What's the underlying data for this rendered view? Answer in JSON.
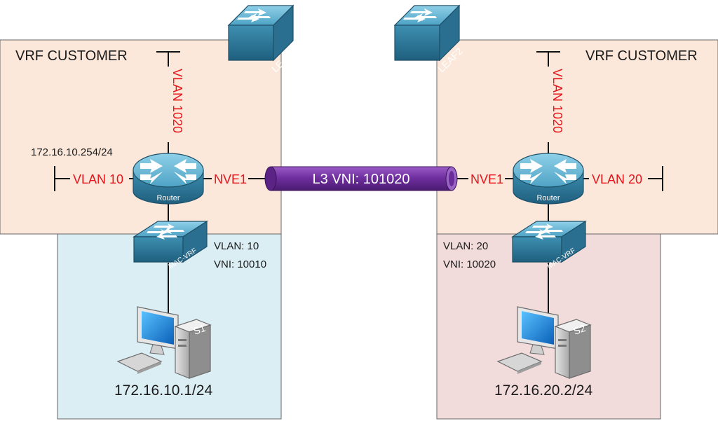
{
  "colors": {
    "vrf_fill": "#fce8da",
    "mac_vrf_left_fill": "#daeef4",
    "mac_vrf_right_fill": "#f2dcdb",
    "vlan_red": "#e8141b",
    "tunnel_purple": "#7030a0",
    "device_blue": "#3d8fb0"
  },
  "left": {
    "vrf_label": "VRF CUSTOMER",
    "leaf_label": "LEAF1",
    "trunk_vlan": "VLAN 1020",
    "gateway_ip": "172.16.10.254/24",
    "access_vlan": "VLAN 10",
    "router_label": "Router",
    "nve_label": "NVE1",
    "mac_vrf_label": "MAC-VRF",
    "vlan_info": "VLAN: 10",
    "vni_info": "VNI: 10010",
    "host_name": "S1",
    "host_ip": "172.16.10.1/24"
  },
  "right": {
    "vrf_label": "VRF CUSTOMER",
    "leaf_label": "LEAF2",
    "trunk_vlan": "VLAN 1020",
    "access_vlan": "VLAN 20",
    "router_label": "Router",
    "nve_label": "NVE1",
    "mac_vrf_label": "MAC-VRF",
    "vlan_info": "VLAN: 20",
    "vni_info": "VNI: 10020",
    "host_name": "S2",
    "host_ip": "172.16.20.2/24"
  },
  "tunnel": {
    "label": "L3 VNI: 101020"
  }
}
